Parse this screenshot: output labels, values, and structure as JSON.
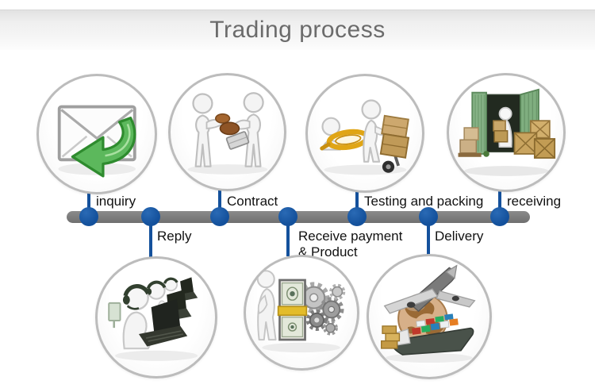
{
  "banner": {
    "title": "Trading process"
  },
  "steps": [
    {
      "label": "inquiry",
      "side": "top",
      "icon": "email-reply-icon"
    },
    {
      "label": "Reply",
      "side": "bottom",
      "icon": "customer-support-icon"
    },
    {
      "label": "Contract",
      "side": "top",
      "icon": "deal-exchange-icon"
    },
    {
      "label": "Receive payment",
      "label2": "& Product",
      "side": "bottom",
      "icon": "money-gears-icon"
    },
    {
      "label": "Testing and packing",
      "side": "top",
      "icon": "inspection-packing-icon"
    },
    {
      "label": "Delivery",
      "side": "bottom",
      "icon": "global-transport-icon"
    },
    {
      "label": "receiving",
      "side": "top",
      "icon": "container-unloading-icon"
    }
  ],
  "colors": {
    "banner_top": "#e2e2e2",
    "title_text": "#6b6b6b",
    "timeline_bar": "#7c7c7c",
    "node_dot": "#14519c",
    "connector": "#14519c",
    "label_text": "#111111",
    "circle_border": "#bcbcbc",
    "envelope_arrow_green": "#5cb85c",
    "container_green": "#86b286",
    "crate_tan": "#c9a45f",
    "money_band_gold": "#e3bc2a",
    "globe_brown": "#d7b089"
  }
}
